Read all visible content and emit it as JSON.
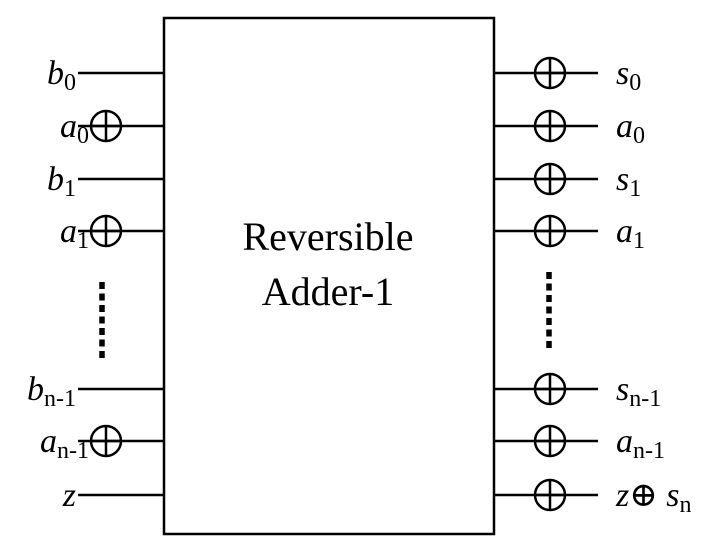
{
  "block": {
    "title_line1": "Reversible",
    "title_line2": "Adder-1"
  },
  "inputs": [
    {
      "var": "b",
      "sub": "0",
      "xor": false
    },
    {
      "var": "a",
      "sub": "0",
      "xor": true
    },
    {
      "var": "b",
      "sub": "1",
      "xor": false
    },
    {
      "var": "a",
      "sub": "1",
      "xor": true
    },
    {
      "var": "b",
      "sub": "n-1",
      "xor": false
    },
    {
      "var": "a",
      "sub": "n-1",
      "xor": true
    },
    {
      "var": "z",
      "sub": "",
      "xor": false
    }
  ],
  "outputs": [
    {
      "var": "s",
      "sub": "0",
      "xor": true
    },
    {
      "var": "a",
      "sub": "0",
      "xor": true
    },
    {
      "var": "s",
      "sub": "1",
      "xor": true
    },
    {
      "var": "a",
      "sub": "1",
      "xor": true
    },
    {
      "var": "s",
      "sub": "n-1",
      "xor": true
    },
    {
      "var": "a",
      "sub": "n-1",
      "xor": true
    },
    {
      "var": "z",
      "sub": "",
      "xor": true,
      "op": "⊕",
      "var2": "s",
      "sub2": "n"
    }
  ],
  "ellipsis_marks": [
    "left-ellipsis",
    "right-ellipsis"
  ]
}
